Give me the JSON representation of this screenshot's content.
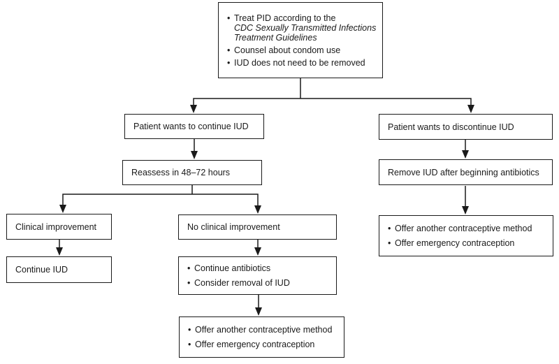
{
  "accent_color": "#1a1a1a",
  "background_color": "#ffffff",
  "flowchart": {
    "root_box": {
      "bullet1_line1": "Treat PID according to the",
      "bullet1_line2_italic": "CDC Sexually Transmitted Infections",
      "bullet1_line3_italic": "Treatment Guidelines",
      "bullet2": "Counsel about condom use",
      "bullet3": "IUD does not need to be removed"
    },
    "continue_branch": {
      "decision": "Patient wants to continue IUD",
      "reassess": "Reassess in 48–72 hours",
      "improvement": {
        "label": "Clinical improvement",
        "action": "Continue IUD"
      },
      "no_improvement": {
        "label": "No clinical improvement",
        "actions": [
          "Continue antibiotics",
          "Consider removal of IUD"
        ],
        "followup": [
          "Offer another contraceptive method",
          "Offer emergency contraception"
        ]
      }
    },
    "discontinue_branch": {
      "decision": "Patient wants to discontinue IUD",
      "action": "Remove IUD after beginning antibiotics",
      "followup": [
        "Offer another contraceptive method",
        "Offer emergency contraception"
      ]
    }
  }
}
